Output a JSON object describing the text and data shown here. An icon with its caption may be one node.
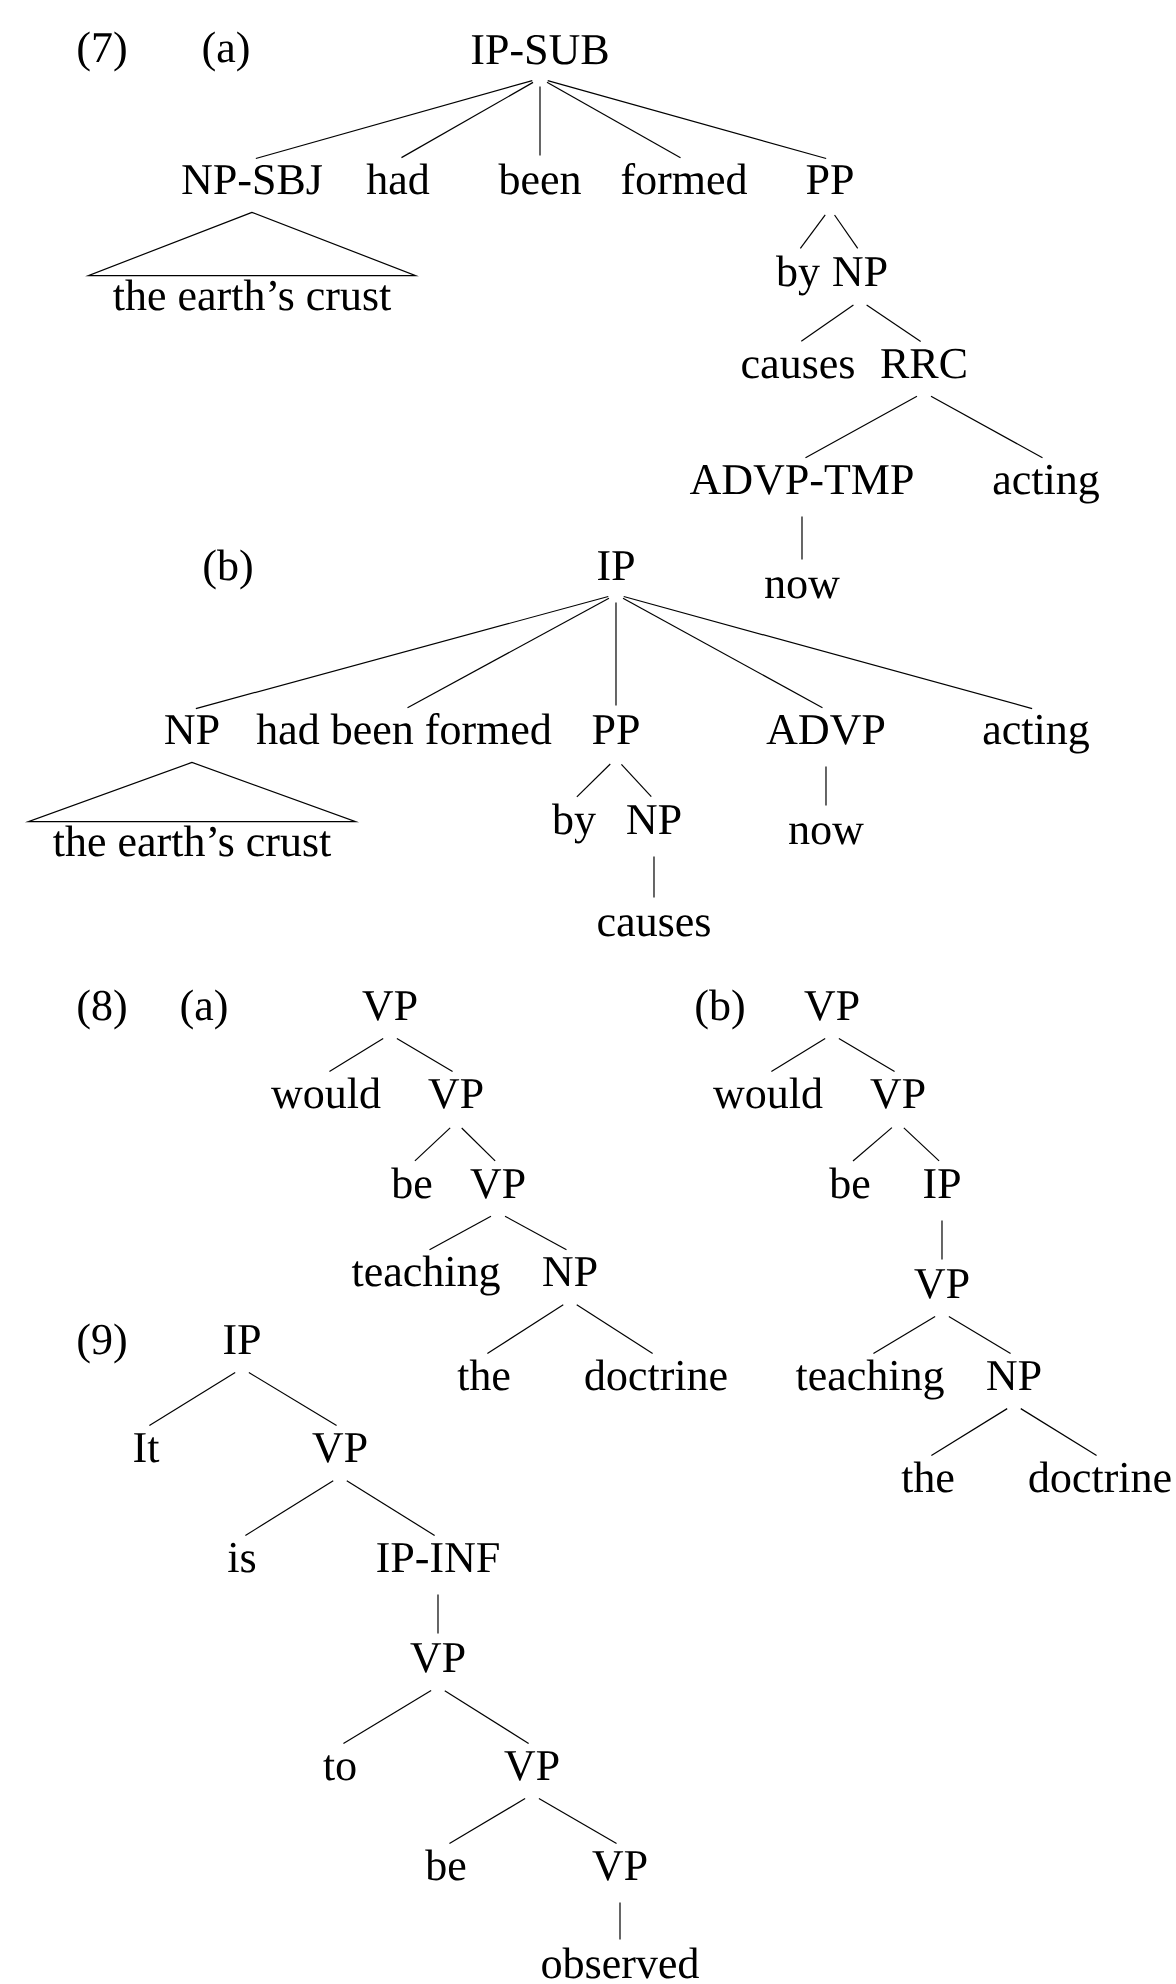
{
  "diagram": {
    "nodes": [
      {
        "text": [
          "IP-SUB"
        ]
      },
      {
        "text": [
          "NP-SBJ"
        ]
      },
      {
        "text": [
          "had"
        ]
      },
      {
        "text": [
          "been"
        ]
      },
      {
        "text": [
          "formed"
        ]
      },
      {
        "text": [
          "PP"
        ]
      },
      {
        "text": [
          "the earth’s crust"
        ]
      },
      {
        "text": [
          "by"
        ]
      },
      {
        "text": [
          "NP"
        ]
      },
      {
        "text": [
          "causes"
        ]
      },
      {
        "text": [
          "RRC"
        ]
      },
      {
        "text": [
          "ADVP-TMP"
        ]
      },
      {
        "text": [
          "acting"
        ]
      },
      {
        "text": [
          "now"
        ]
      },
      {
        "text": [
          "IP"
        ]
      },
      {
        "text": [
          "NP"
        ]
      },
      {
        "text": [
          "had been formed"
        ]
      },
      {
        "text": [
          "PP"
        ]
      },
      {
        "text": [
          "ADVP"
        ]
      },
      {
        "text": [
          "acting"
        ]
      },
      {
        "text": [
          "the earth’s crust"
        ]
      },
      {
        "text": [
          "by"
        ]
      },
      {
        "text": [
          "NP"
        ]
      },
      {
        "text": [
          "now"
        ]
      },
      {
        "text": [
          "causes"
        ]
      },
      {
        "text": [
          "VP"
        ]
      },
      {
        "text": [
          "would"
        ]
      },
      {
        "text": [
          "VP"
        ]
      },
      {
        "text": [
          "be"
        ]
      },
      {
        "text": [
          "VP"
        ]
      },
      {
        "text": [
          "teaching"
        ]
      },
      {
        "text": [
          "NP"
        ]
      },
      {
        "text": [
          "the"
        ]
      },
      {
        "text": [
          "doctrine"
        ]
      },
      {
        "text": [
          "VP"
        ]
      },
      {
        "text": [
          "would"
        ]
      },
      {
        "text": [
          "VP"
        ]
      },
      {
        "text": [
          "be"
        ]
      },
      {
        "text": [
          "IP"
        ]
      },
      {
        "text": [
          "VP"
        ]
      },
      {
        "text": [
          "teaching"
        ]
      },
      {
        "text": [
          "NP"
        ]
      },
      {
        "text": [
          "the"
        ]
      },
      {
        "text": [
          "doctrine"
        ]
      },
      {
        "text": [
          "IP"
        ]
      },
      {
        "text": [
          "It"
        ]
      },
      {
        "text": [
          "VP"
        ]
      },
      {
        "text": [
          "is"
        ]
      },
      {
        "text": [
          "IP-INF"
        ]
      },
      {
        "text": [
          "VP"
        ]
      },
      {
        "text": [
          "to"
        ]
      },
      {
        "text": [
          "VP"
        ]
      },
      {
        "text": [
          "be"
        ]
      },
      {
        "text": [
          "VP"
        ]
      },
      {
        "text": [
          "observed"
        ]
      }
    ],
    "edges": [
      {
        "from": 0,
        "to": 1,
        "arrow": "none"
      },
      {
        "from": 0,
        "to": 2,
        "arrow": "none"
      },
      {
        "from": 0,
        "to": 3,
        "arrow": "none"
      },
      {
        "from": 0,
        "to": 4,
        "arrow": "none"
      },
      {
        "from": 0,
        "to": 5,
        "arrow": "none"
      },
      {
        "from": 1,
        "to": 6,
        "arrow": "none"
      },
      {
        "from": 5,
        "to": 7,
        "arrow": "none"
      },
      {
        "from": 5,
        "to": 8,
        "arrow": "none"
      },
      {
        "from": 8,
        "to": 9,
        "arrow": "none"
      },
      {
        "from": 8,
        "to": 10,
        "arrow": "none"
      },
      {
        "from": 10,
        "to": 11,
        "arrow": "none"
      },
      {
        "from": 10,
        "to": 12,
        "arrow": "none"
      },
      {
        "from": 11,
        "to": 13,
        "arrow": "none"
      },
      {
        "from": 14,
        "to": 15,
        "arrow": "none"
      },
      {
        "from": 14,
        "to": 16,
        "arrow": "none"
      },
      {
        "from": 14,
        "to": 17,
        "arrow": "none"
      },
      {
        "from": 14,
        "to": 18,
        "arrow": "none"
      },
      {
        "from": 14,
        "to": 19,
        "arrow": "none"
      },
      {
        "from": 15,
        "to": 20,
        "arrow": "none"
      },
      {
        "from": 17,
        "to": 21,
        "arrow": "none"
      },
      {
        "from": 17,
        "to": 22,
        "arrow": "none"
      },
      {
        "from": 18,
        "to": 23,
        "arrow": "none"
      },
      {
        "from": 22,
        "to": 24,
        "arrow": "none"
      },
      {
        "from": 25,
        "to": 26,
        "arrow": "none"
      },
      {
        "from": 25,
        "to": 27,
        "arrow": "none"
      },
      {
        "from": 27,
        "to": 28,
        "arrow": "none"
      },
      {
        "from": 27,
        "to": 29,
        "arrow": "none"
      },
      {
        "from": 29,
        "to": 30,
        "arrow": "none"
      },
      {
        "from": 29,
        "to": 31,
        "arrow": "none"
      },
      {
        "from": 31,
        "to": 32,
        "arrow": "none"
      },
      {
        "from": 31,
        "to": 33,
        "arrow": "none"
      },
      {
        "from": 34,
        "to": 35,
        "arrow": "none"
      },
      {
        "from": 34,
        "to": 36,
        "arrow": "none"
      },
      {
        "from": 36,
        "to": 37,
        "arrow": "none"
      },
      {
        "from": 36,
        "to": 38,
        "arrow": "none"
      },
      {
        "from": 38,
        "to": 39,
        "arrow": "none"
      },
      {
        "from": 39,
        "to": 40,
        "arrow": "none"
      },
      {
        "from": 39,
        "to": 41,
        "arrow": "none"
      },
      {
        "from": 41,
        "to": 42,
        "arrow": "none"
      },
      {
        "from": 41,
        "to": 43,
        "arrow": "none"
      },
      {
        "from": 44,
        "to": 45,
        "arrow": "none"
      },
      {
        "from": 44,
        "to": 46,
        "arrow": "none"
      },
      {
        "from": 46,
        "to": 47,
        "arrow": "none"
      },
      {
        "from": 46,
        "to": 48,
        "arrow": "none"
      },
      {
        "from": 48,
        "to": 49,
        "arrow": "none"
      },
      {
        "from": 49,
        "to": 50,
        "arrow": "none"
      },
      {
        "from": 49,
        "to": 51,
        "arrow": "none"
      },
      {
        "from": 51,
        "to": 52,
        "arrow": "none"
      },
      {
        "from": 51,
        "to": 53,
        "arrow": "none"
      },
      {
        "from": 53,
        "to": 54,
        "arrow": "none"
      }
    ],
    "labels": [
      "(7)",
      "(a)",
      "(b)",
      "(8)",
      "(a)",
      "(b)",
      "(9)"
    ]
  }
}
